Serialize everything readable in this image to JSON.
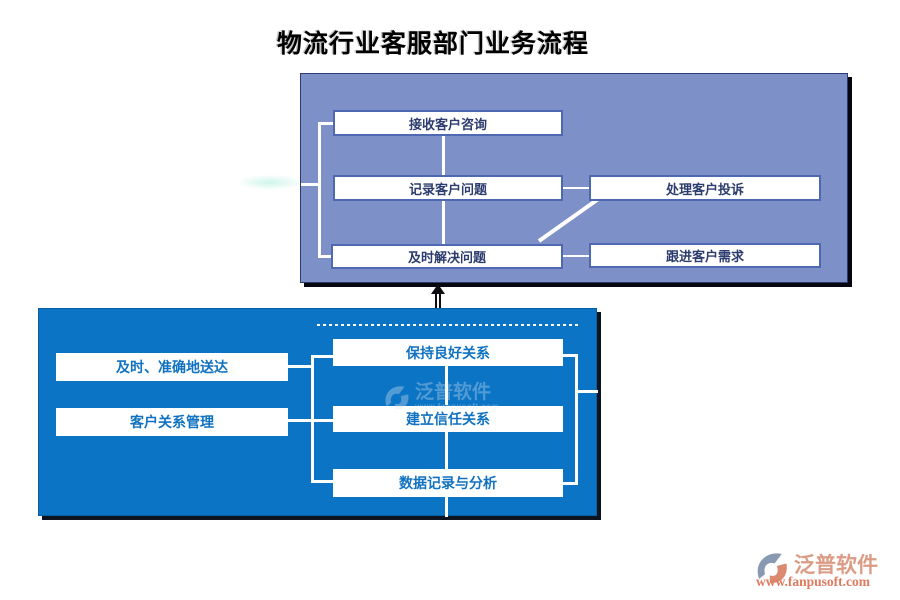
{
  "title": "物流行业客服部门业务流程",
  "top_panel": {
    "bg_color": "#7E90C8",
    "box_border_color": "#4e68b2",
    "box_text_color": "#2c3c6e",
    "boxes": [
      {
        "label": "接收客户咨询"
      },
      {
        "label": "记录客户问题"
      },
      {
        "label": "处理客户投诉"
      },
      {
        "label": "及时解决问题"
      },
      {
        "label": "跟进客户需求"
      }
    ]
  },
  "bottom_panel": {
    "bg_color": "#0B74C4",
    "box_text_color": "#1072C0",
    "boxes": [
      {
        "label": "及时、准确地送达"
      },
      {
        "label": "客户关系管理"
      },
      {
        "label": "保持良好关系"
      },
      {
        "label": "建立信任关系"
      },
      {
        "label": "数据记录与分析"
      }
    ]
  },
  "connector_arrow": {
    "icon": "double-headed-vertical-arrow",
    "color": "#0d0d12"
  },
  "watermark": {
    "text": "泛普软件",
    "url": "www.fanpusoft.com"
  },
  "brand": {
    "icon": "fanpu-swirl-logo-icon",
    "name": "泛普软件",
    "url": "www.fanpusoft.com",
    "name_color": "#db9c85",
    "url_color": "#e07a5f"
  }
}
